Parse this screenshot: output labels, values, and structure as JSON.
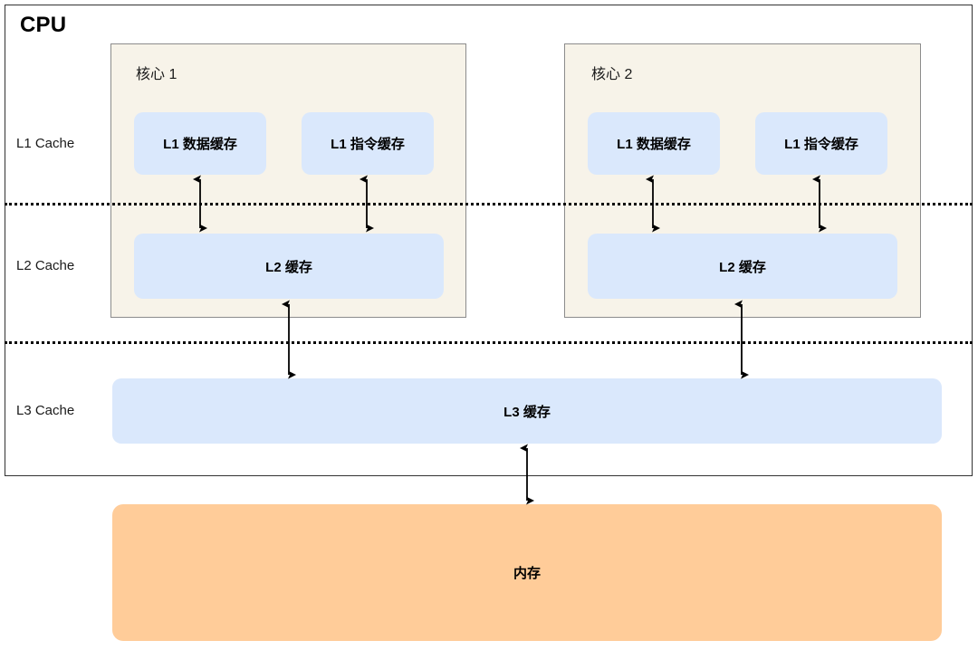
{
  "diagram": {
    "title": "CPU",
    "type": "cpu-cache-hierarchy",
    "row_labels": {
      "l1": "L1 Cache",
      "l2": "L2 Cache",
      "l3": "L3 Cache"
    },
    "cores": [
      {
        "title": "核心 1",
        "l1_data": "L1 数据缓存",
        "l1_instruction": "L1 指令缓存",
        "l2": "L2 缓存"
      },
      {
        "title": "核心 2",
        "l1_data": "L1 数据缓存",
        "l1_instruction": "L1 指令缓存",
        "l2": "L2 缓存"
      }
    ],
    "l3_cache": "L3 缓存",
    "memory": "内存",
    "colors": {
      "cache_fill": "#dae8fc",
      "core_fill": "#f7f3e9",
      "memory_fill": "#ffcc99",
      "border": "#333333",
      "core_border": "#8c8c8c",
      "text": "#000000",
      "arrow": "#000000"
    },
    "connections": [
      {
        "from": "core1-l1-data",
        "to": "core1-l2",
        "kind": "bidirectional"
      },
      {
        "from": "core1-l1-instruction",
        "to": "core1-l2",
        "kind": "bidirectional"
      },
      {
        "from": "core1-l2",
        "to": "l3-cache",
        "kind": "bidirectional"
      },
      {
        "from": "core2-l1-data",
        "to": "core2-l2",
        "kind": "bidirectional"
      },
      {
        "from": "core2-l1-instruction",
        "to": "core2-l2",
        "kind": "bidirectional"
      },
      {
        "from": "core2-l2",
        "to": "l3-cache",
        "kind": "bidirectional"
      },
      {
        "from": "l3-cache",
        "to": "memory",
        "kind": "bidirectional"
      }
    ]
  }
}
